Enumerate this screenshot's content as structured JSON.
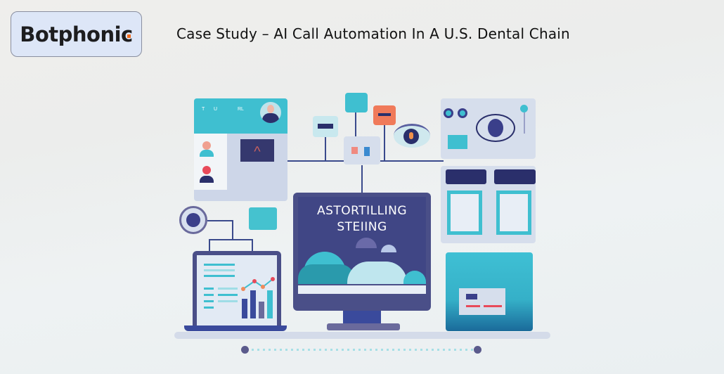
{
  "header": {
    "logo_text": "Botphonic",
    "title": "Case Study – AI Call Automation In A U.S. Dental Chain"
  },
  "illustration": {
    "monitor_text_line1": "ASTORTILLING",
    "monitor_text_line2": "STEIING",
    "top_left_panel_labels": [
      "T",
      "U",
      "RL"
    ],
    "colors": {
      "teal": "#3fbfd0",
      "navy": "#2a2f6b",
      "slate": "#6a6a9c",
      "coral": "#f07a5a",
      "red": "#e84a5a",
      "panel": "#d6deec"
    }
  },
  "carousel": {
    "dot_count": 2,
    "active_index": 0
  }
}
